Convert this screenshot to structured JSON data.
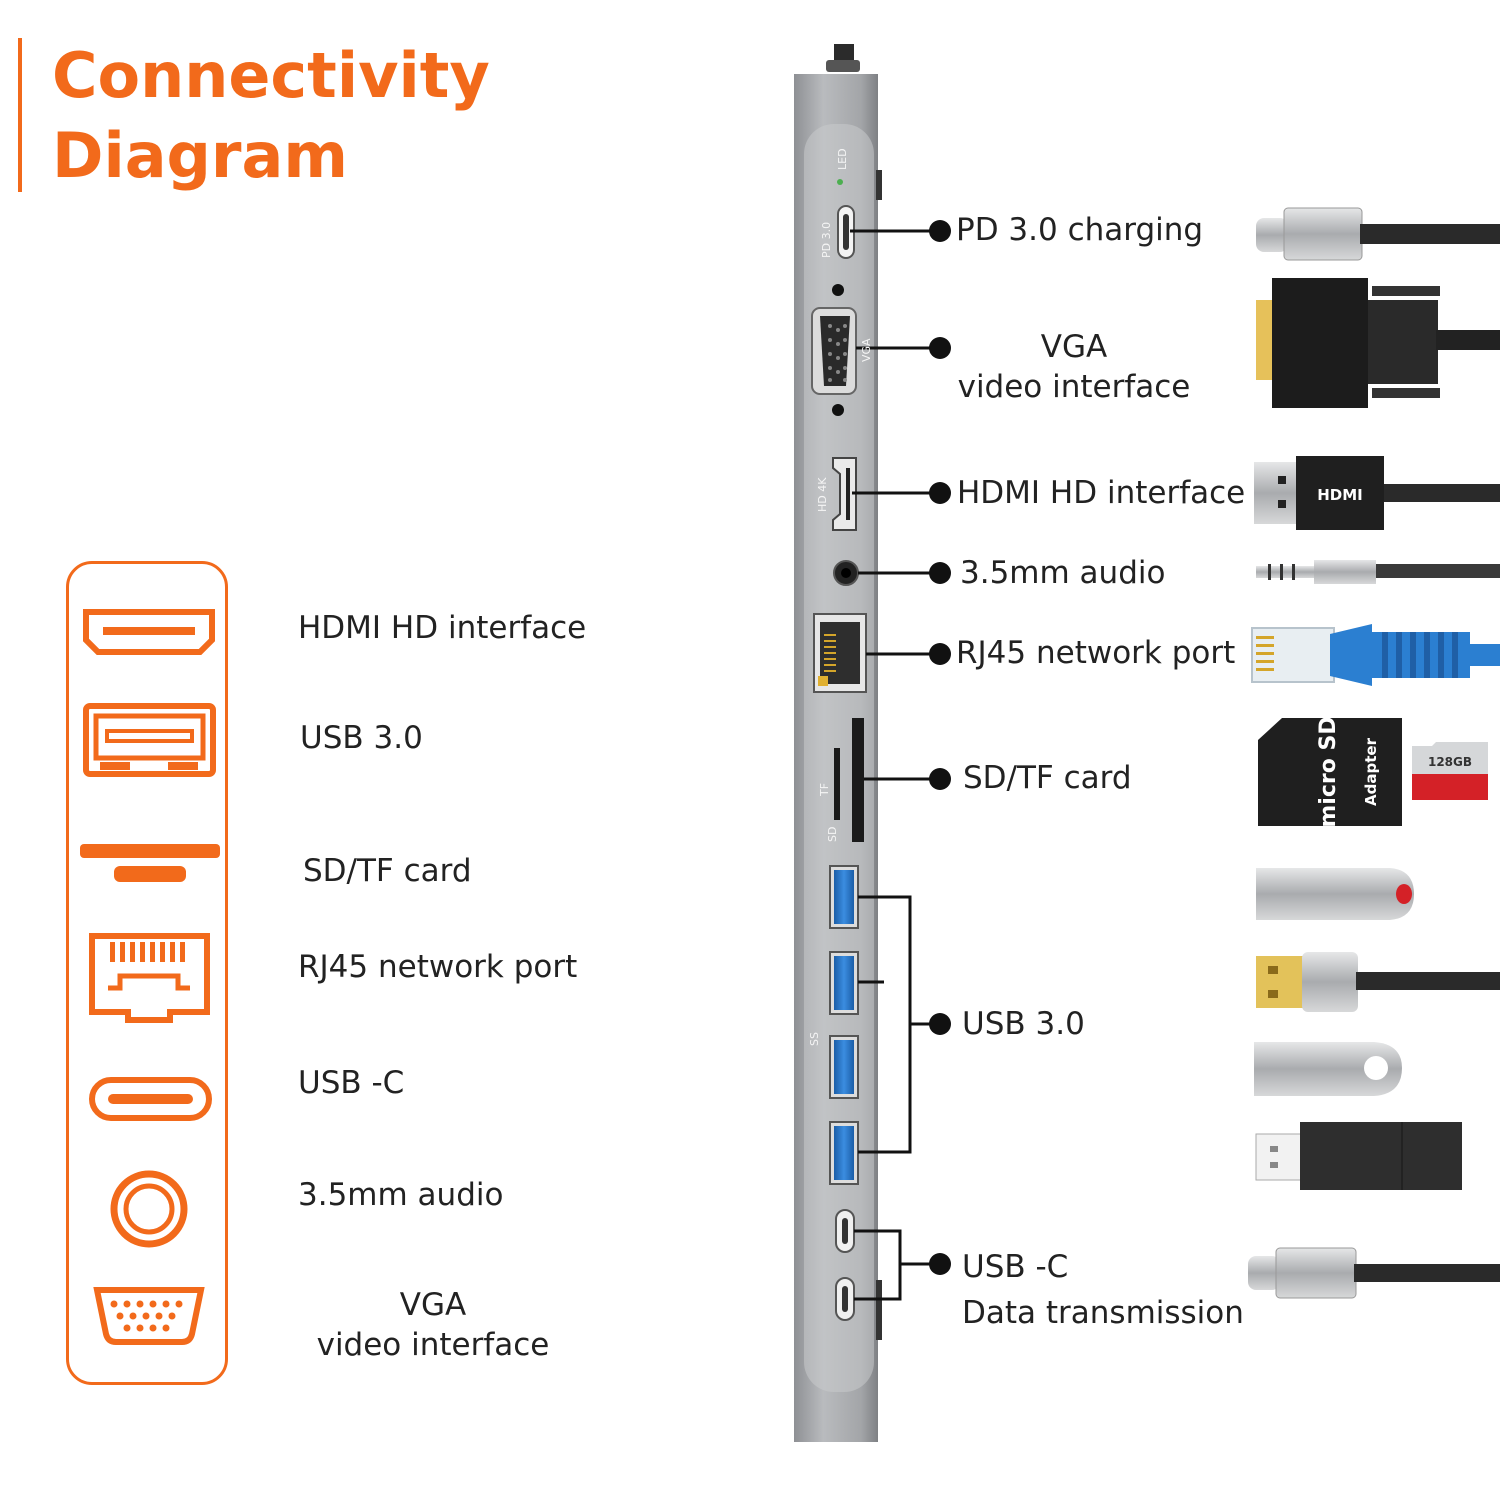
{
  "title": {
    "line1": "Connectivity",
    "line2": "Diagram"
  },
  "colors": {
    "accent": "#f26a1b",
    "hub_body": "#a7a9ac",
    "usb3_blue": "#1f6fc1"
  },
  "legend": {
    "items": [
      {
        "icon": "hdmi-icon",
        "label": "HDMI HD interface"
      },
      {
        "icon": "usb-a-icon",
        "label": "USB 3.0"
      },
      {
        "icon": "sd-tf-card-icon",
        "label": "SD/TF card"
      },
      {
        "icon": "rj45-icon",
        "label": "RJ45 network port"
      },
      {
        "icon": "usb-c-icon",
        "label": "USB -C"
      },
      {
        "icon": "audio-jack-icon",
        "label": "3.5mm audio"
      },
      {
        "icon": "vga-icon",
        "label_line1": "VGA",
        "label_line2": "video interface"
      }
    ]
  },
  "hub": {
    "markings": {
      "led": "LED",
      "pd": "PD 3.0",
      "vga": "VGA",
      "hdmi": "HD 4K",
      "tf": "TF",
      "sd": "SD",
      "ss": "SS"
    }
  },
  "ports": {
    "pd": "PD 3.0 charging",
    "vga_line1": "VGA",
    "vga_line2": "video interface",
    "hdmi": "HDMI HD interface",
    "audio": "3.5mm audio",
    "rj45": "RJ45 network port",
    "sdtf": "SD/TF card",
    "usb3": "USB 3.0",
    "usbc_line1": "USB -C",
    "usbc_line2": "Data transmission"
  },
  "accessories": {
    "hdmi_plug_text": "HDMI",
    "microsd_adapter_text": "micro SD",
    "adapter_text": "Adapter",
    "card_text": "128GB"
  }
}
